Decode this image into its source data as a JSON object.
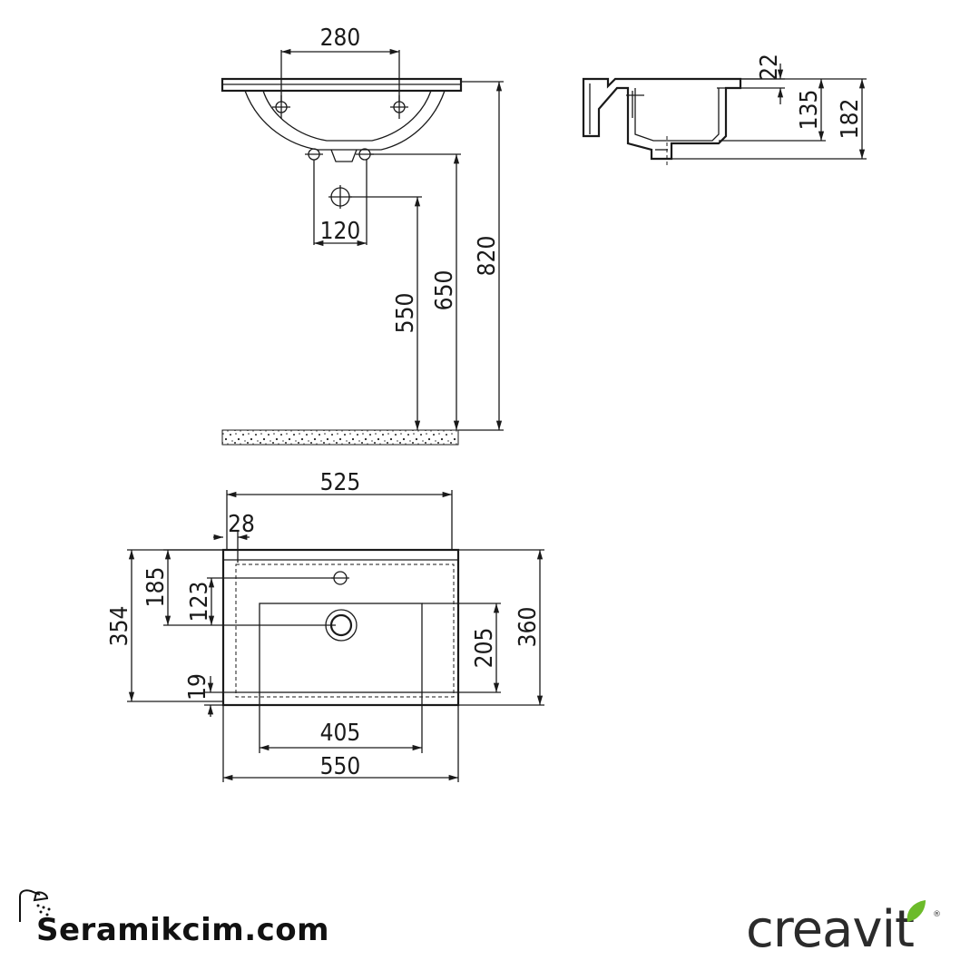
{
  "dimensions": {
    "top_280": "280",
    "top_120": "120",
    "top_550": "550",
    "top_650": "650",
    "top_820": "820",
    "side_22": "22",
    "side_135": "135",
    "side_182": "182",
    "plan_525": "525",
    "plan_28": "28",
    "plan_185": "185",
    "plan_123": "123",
    "plan_354": "354",
    "plan_19": "19",
    "plan_205": "205",
    "plan_360": "360",
    "plan_405": "405",
    "plan_550": "550"
  },
  "branding": {
    "site": "Seramikcim.com",
    "logo": "creavit",
    "logo_registered": "®",
    "shower_icon": "shower-head-icon",
    "leaf_icon": "leaf-icon"
  },
  "colors": {
    "line": "#1a1a1a",
    "leaf": "#6cbb2a",
    "logo_text": "#2b2b2b"
  }
}
